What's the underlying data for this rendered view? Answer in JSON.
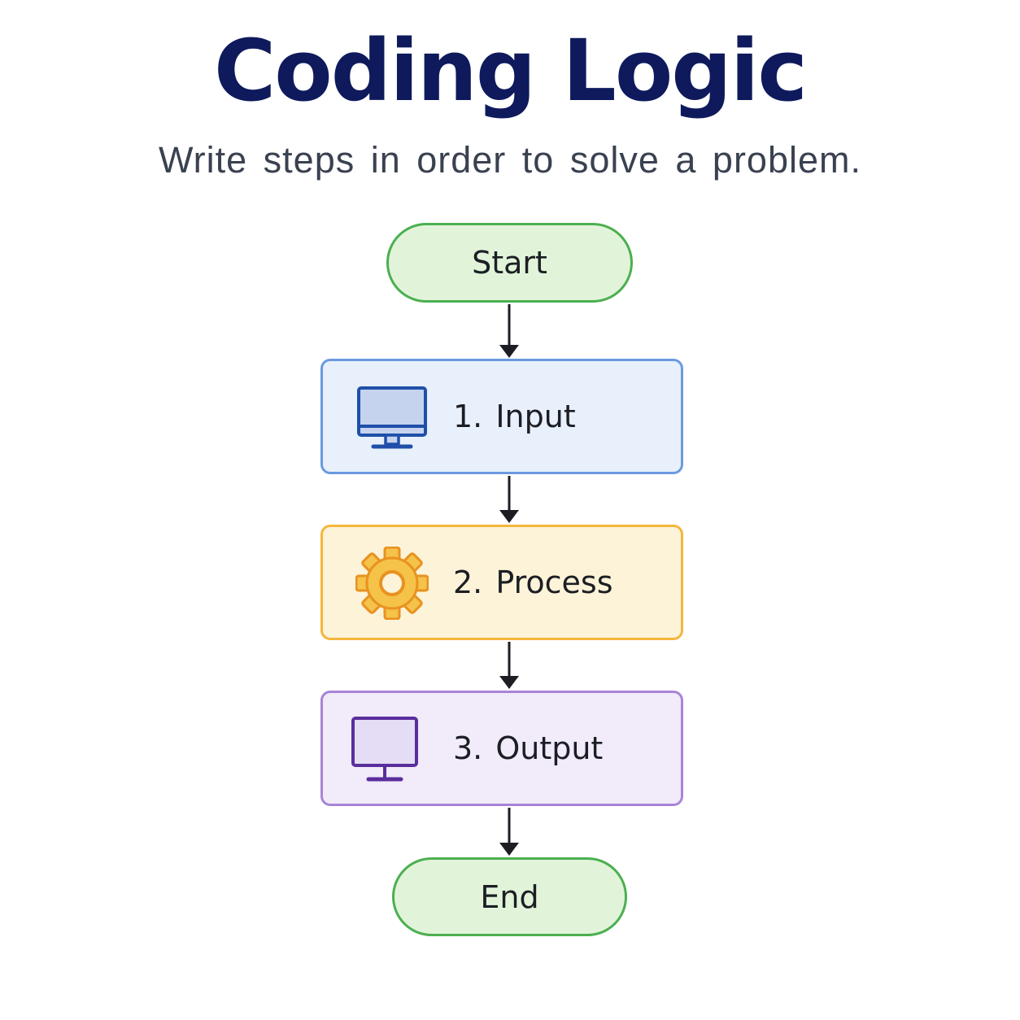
{
  "header": {
    "title": "Coding Logic",
    "subtitle": "Write steps in order to solve a problem."
  },
  "flow": {
    "start_label": "Start",
    "steps": [
      {
        "label": "1. Input",
        "icon": "monitor-icon",
        "color": "#6a9ae0"
      },
      {
        "label": "2. Process",
        "icon": "gear-icon",
        "color": "#f5b63c"
      },
      {
        "label": "3. Output",
        "icon": "monitor-icon",
        "color": "#a884d8"
      }
    ],
    "end_label": "End"
  },
  "colors": {
    "title": "#0e1a5c",
    "terminal_border": "#4caf50",
    "terminal_fill": "#e1f4da",
    "arrow": "#1c1e24"
  }
}
